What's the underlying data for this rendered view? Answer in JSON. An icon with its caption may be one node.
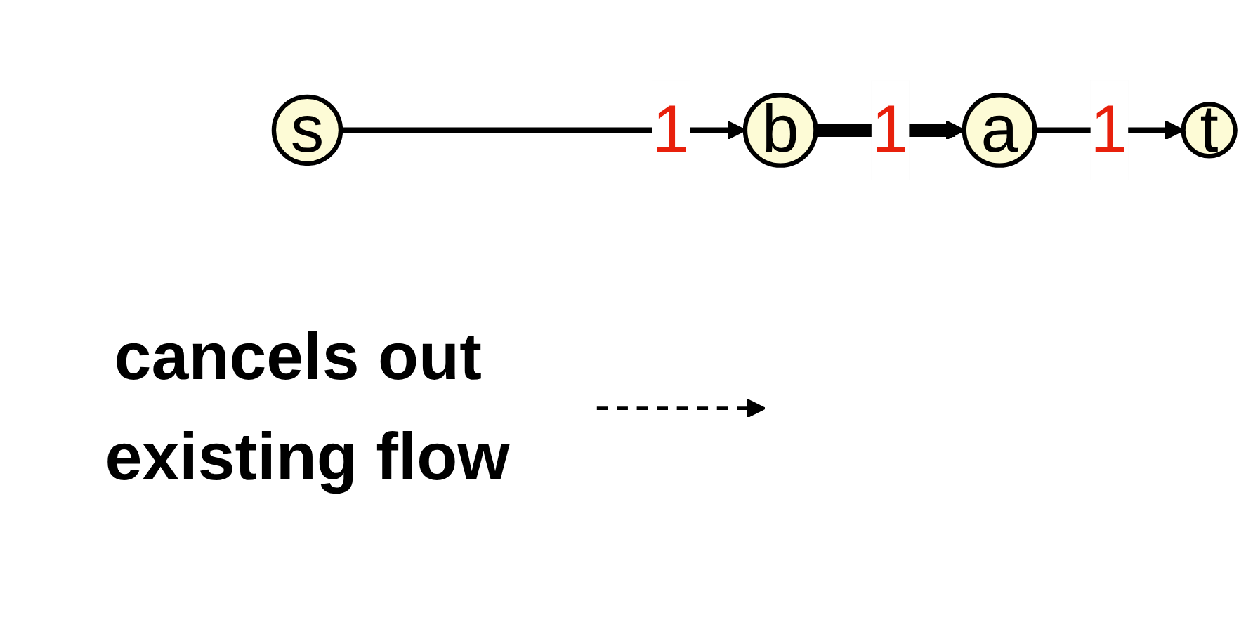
{
  "diagram": {
    "nodes": [
      {
        "text": [
          "s"
        ]
      },
      {
        "text": [
          "a"
        ]
      },
      {
        "text": [
          "t"
        ]
      },
      {
        "text": [
          "b"
        ]
      },
      {
        "text": [
          "cancels out existing flow"
        ]
      }
    ],
    "edges": [
      {
        "from": 0,
        "to": 3,
        "arrow": "to",
        "label": "1"
      },
      {
        "from": 3,
        "to": 1,
        "arrow": "to",
        "label": "1",
        "style": "thick"
      },
      {
        "from": 1,
        "to": 2,
        "arrow": "to",
        "label": "1"
      },
      {
        "from": 4,
        "to": null,
        "arrow": "to",
        "style": "dashed"
      }
    ]
  }
}
